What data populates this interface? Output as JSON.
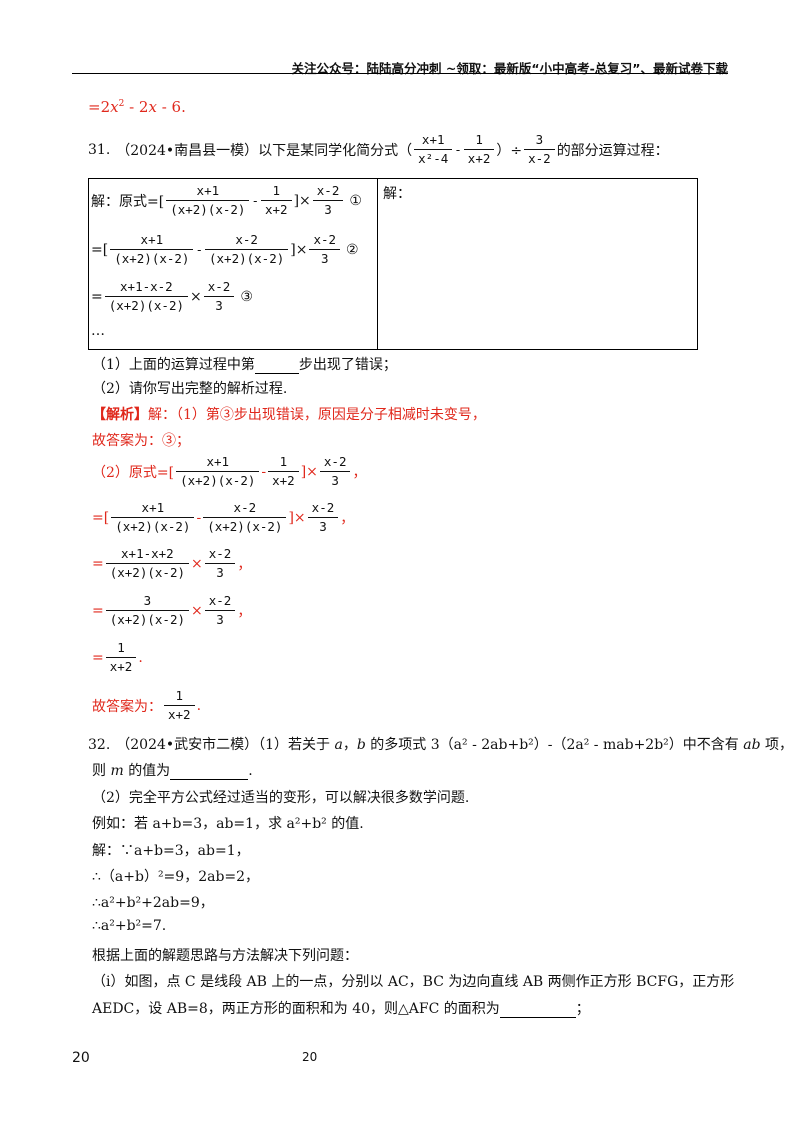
{
  "header": {
    "text": "关注公众号：陆陆高分冲刺 ~领取：最新版“小中高考-总复习”、最新试卷下载"
  },
  "prev_answer": {
    "prefix": "=2",
    "x1": "x",
    "mid": " - 2",
    "x2": "x",
    "tail": " - 6."
  },
  "q31": {
    "number": "31.",
    "source": "（2024•南昌县一模）以下是某同学化简分式（",
    "expr": {
      "f1_num": "x+1",
      "f1_den": "x²-4",
      "minus": "-",
      "f2_num": "1",
      "f2_den": "x+2",
      "close": "）÷",
      "f3_num": "3",
      "f3_den": "x-2"
    },
    "tail": "的部分运算过程：",
    "box": {
      "right_label": "解：",
      "line1": {
        "prefix": "解：原式=[",
        "f1_num": "x+1",
        "f1_den": "(x+2)(x-2)",
        "minus": "-",
        "f2_num": "1",
        "f2_den": "x+2",
        "times": "]×",
        "f3_num": "x-2",
        "f3_den": "3",
        "mark": "①"
      },
      "line2": {
        "prefix": "=[",
        "f1_num": "x+1",
        "f1_den": "(x+2)(x-2)",
        "minus": "-",
        "f2_num": "x-2",
        "f2_den": "(x+2)(x-2)",
        "times": "]×",
        "f3_num": "x-2",
        "f3_den": "3",
        "mark": "②"
      },
      "line3": {
        "prefix": "=",
        "f1_num": "x+1-x-2",
        "f1_den": "(x+2)(x-2)",
        "times": "×",
        "f3_num": "x-2",
        "f3_den": "3",
        "mark": "③"
      },
      "dots": "…"
    },
    "sub1": "（1）上面的运算过程中第",
    "sub1_tail": "步出现了错误；",
    "sub2": "（2）请你写出完整的解析过程.",
    "analysis_tag": "【解析】",
    "analysis": "解：（1）第③步出现错误，原因是分子相减时未变号，",
    "answer1": "故答案为：③；",
    "sol": {
      "l1": {
        "prefix": "（2）原式=[",
        "f1_num": "x+1",
        "f1_den": "(x+2)(x-2)",
        "minus": "-",
        "f2_num": "1",
        "f2_den": "x+2",
        "times": "]×",
        "f3_num": "x-2",
        "f3_den": "3",
        "end": "，"
      },
      "l2": {
        "prefix": "=[",
        "f1_num": "x+1",
        "f1_den": "(x+2)(x-2)",
        "minus": "-",
        "f2_num": "x-2",
        "f2_den": "(x+2)(x-2)",
        "times": "]×",
        "f3_num": "x-2",
        "f3_den": "3",
        "end": "，"
      },
      "l3": {
        "prefix": "=",
        "f1_num": "x+1-x+2",
        "f1_den": "(x+2)(x-2)",
        "times": "×",
        "f3_num": "x-2",
        "f3_den": "3",
        "end": "，"
      },
      "l4": {
        "prefix": "=",
        "f1_num": "3",
        "f1_den": "(x+2)(x-2)",
        "times": "×",
        "f3_num": "x-2",
        "f3_den": "3",
        "end": "，"
      },
      "l5": {
        "prefix": "=",
        "f1_num": "1",
        "f1_den": "x+2",
        "end": "."
      }
    },
    "answer2": {
      "prefix": "故答案为：",
      "num": "1",
      "den": "x+2",
      "end": "."
    }
  },
  "q32": {
    "number": "32.",
    "line1": "（2024•武安市二模）（1）若关于",
    "l1_a": "a",
    "l1_comma": "，",
    "l1_b": "b",
    "l1_poly": "的多项式 3（a² - 2ab+b²）-（2a² - mab+2b²）中不含有",
    "l1_ab": "ab",
    "l1_end": "项，",
    "line2_pre": "则",
    "line2_m": "m",
    "line2_post": "的值为",
    "line2_end": ".",
    "line3": "（2）完全平方公式经过适当的变形，可以解决很多数学问题.",
    "line4": "例如：若 a+b=3，ab=1，求 a²+b² 的值.",
    "line5": "解：∵a+b=3，ab=1，",
    "line6": "∴（a+b）²=9，2ab=2，",
    "line7": "∴a²+b²+2ab=9，",
    "line8": "∴a²+b²=7.",
    "line9": "根据上面的解题思路与方法解决下列问题：",
    "line10": "（i）如图，点 C 是线段 AB 上的一点，分别以 AC，BC 为边向直线 AB 两侧作正方形 BCFG，正方形",
    "line11": "AEDC，设 AB=8，两正方形的面积和为 40，则△AFC 的面积为",
    "line11_end": "；"
  },
  "footer": {
    "left": "20",
    "mid": "20"
  }
}
